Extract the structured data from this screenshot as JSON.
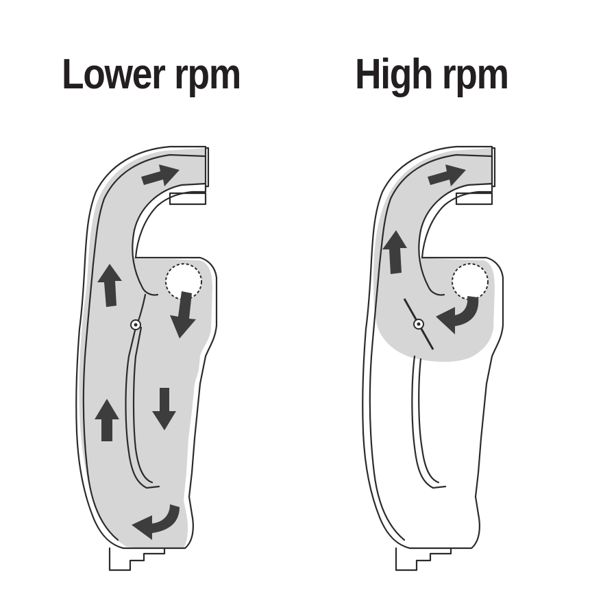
{
  "panels": [
    {
      "title": "Lower rpm",
      "valve_state": "closed",
      "flow": "long intake runner"
    },
    {
      "title": "High rpm",
      "valve_state": "open",
      "flow": "short intake runner"
    }
  ],
  "colors": {
    "outline": "#2b2b2b",
    "air_fill": "#d6d6d6",
    "arrow": "#3d3d3d",
    "text": "#231f20"
  },
  "icons": {
    "flow_arrow": "arrow-icon",
    "pivot": "valve-pivot-icon"
  }
}
